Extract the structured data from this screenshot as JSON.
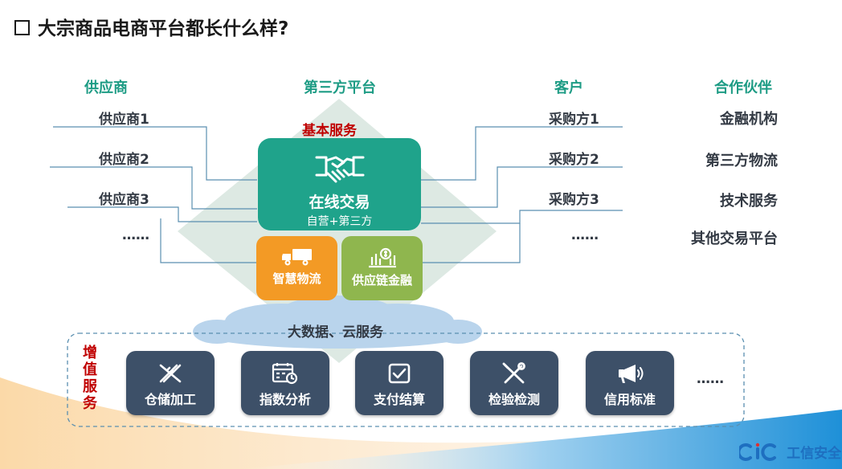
{
  "title": "大宗商品电商平台都长什么样?",
  "columns": {
    "suppliers": "供应商",
    "platform": "第三方平台",
    "customers": "客户",
    "partners": "合作伙伴"
  },
  "suppliers": [
    "供应商1",
    "供应商2",
    "供应商3",
    "……"
  ],
  "buyers": [
    "采购方1",
    "采购方2",
    "采购方3",
    "……"
  ],
  "partners": [
    "金融机构",
    "第三方物流",
    "技术服务",
    "其他交易平台"
  ],
  "basic_service": {
    "label": "基本服务",
    "core_title": "在线交易",
    "core_sub": "自营+第三方",
    "logistics": "智慧物流",
    "finance": "供应链金融"
  },
  "cloud": "大数据、云服务",
  "value_added": {
    "label_chars": [
      "增",
      "值",
      "服",
      "务"
    ],
    "items": [
      {
        "label": "仓储加工",
        "icon": "ruler-pencil-icon"
      },
      {
        "label": "指数分析",
        "icon": "calendar-chart-icon"
      },
      {
        "label": "支付结算",
        "icon": "checkbox-icon"
      },
      {
        "label": "检验检测",
        "icon": "wrench-screwdriver-icon"
      },
      {
        "label": "信用标准",
        "icon": "megaphone-icon"
      }
    ],
    "more": "……"
  },
  "logo": "工信安全",
  "colors": {
    "teal": "#1fa38b",
    "orange": "#f39a25",
    "green": "#8fb64e",
    "navy": "#3d5068",
    "red": "#c00000",
    "diamond": "#dde9e3",
    "cloud": "#b9d4ec"
  }
}
